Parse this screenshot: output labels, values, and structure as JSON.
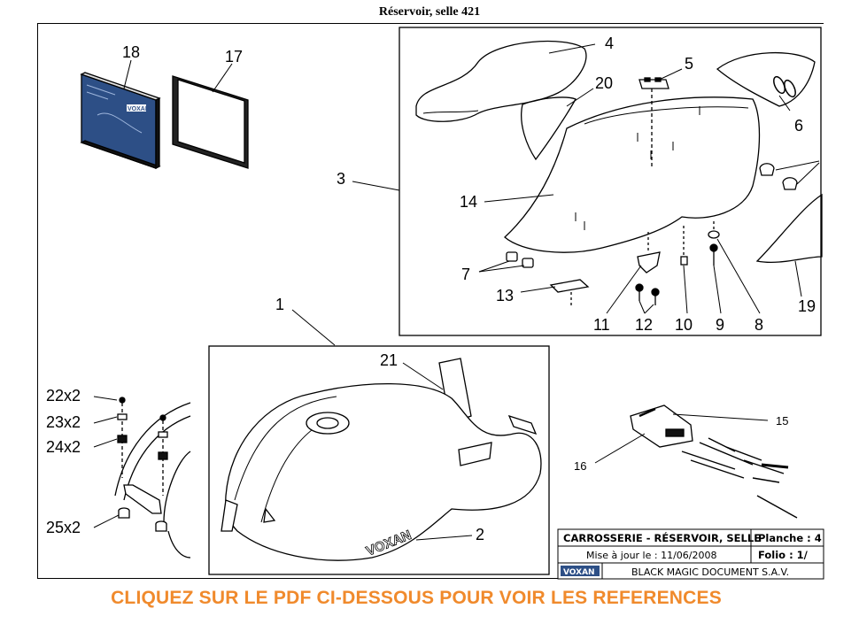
{
  "page_title": "Réservoir, selle 421",
  "callout_labels": {
    "c1": "1",
    "c2": "2",
    "c3": "3",
    "c4": "4",
    "c5": "5",
    "c6": "6",
    "c7": "7",
    "c8": "8",
    "c9": "9",
    "c10": "10",
    "c11": "11",
    "c12": "12",
    "c13": "13",
    "c14": "14",
    "c15": "15",
    "c16": "16",
    "c17": "17",
    "c18": "18",
    "c19": "19",
    "c20": "20",
    "c21": "21",
    "c22": "22x2",
    "c23": "23x2",
    "c24": "24x2",
    "c25": "25x2"
  },
  "title_block": {
    "section": "CARROSSERIE - RÉSERVOIR, SELLE",
    "planche_label": "Planche : 4",
    "update": "Mise à jour le : 11/06/2008",
    "folio_label": "Folio : 1/",
    "logo_text": "VOXAN",
    "document": "BLACK MAGIC DOCUMENT S.A.V."
  },
  "tank_logo": "VOXAN",
  "manual_logo": "VOXAN",
  "cta_text": "CLIQUEZ SUR LE PDF CI-DESSOUS POUR VOIR LES REFERENCES",
  "colors": {
    "cta": "#f08a2c",
    "manual_blue": "#2d4f86"
  }
}
